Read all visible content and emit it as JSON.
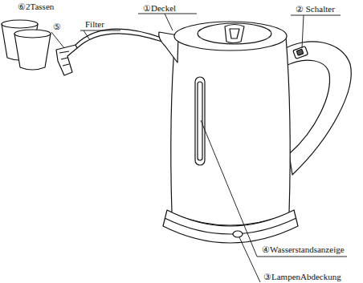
{
  "diagram": {
    "labels": [
      "⑥2Tassen",
      "⑤",
      "Filter",
      "①Deckel",
      "② Schalter",
      "④Wasserstandsanzeige",
      "③LampenAbdeckung"
    ]
  }
}
